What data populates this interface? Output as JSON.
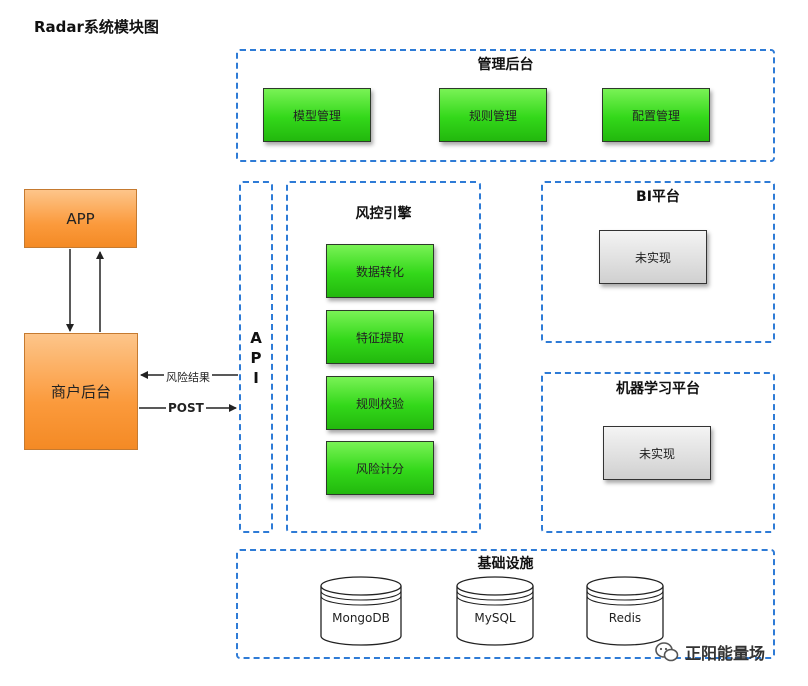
{
  "title": "Radar系统模块图",
  "admin": {
    "title": "管理后台",
    "items": [
      "模型管理",
      "规则管理",
      "配置管理"
    ]
  },
  "app_label": "APP",
  "merchant_label": "商户后台",
  "api": {
    "letters": [
      "A",
      "P",
      "I"
    ]
  },
  "arrows": {
    "result_label": "风险结果",
    "post_label": "POST"
  },
  "engine": {
    "title": "风控引擎",
    "items": [
      "数据转化",
      "特征提取",
      "规则校验",
      "风险计分"
    ]
  },
  "bi": {
    "title": "BI平台",
    "status": "未实现"
  },
  "ml": {
    "title": "机器学习平台",
    "status": "未实现"
  },
  "infra": {
    "title": "基础设施",
    "stores": [
      "MongoDB",
      "MySQL",
      "Redis"
    ]
  },
  "watermark": "正阳能量场",
  "colors": {
    "dash_border": "#2e7bd6",
    "green_box": "#33d81a",
    "orange_box": "#fb9a3c",
    "gray_box": "#d0d0d0"
  }
}
